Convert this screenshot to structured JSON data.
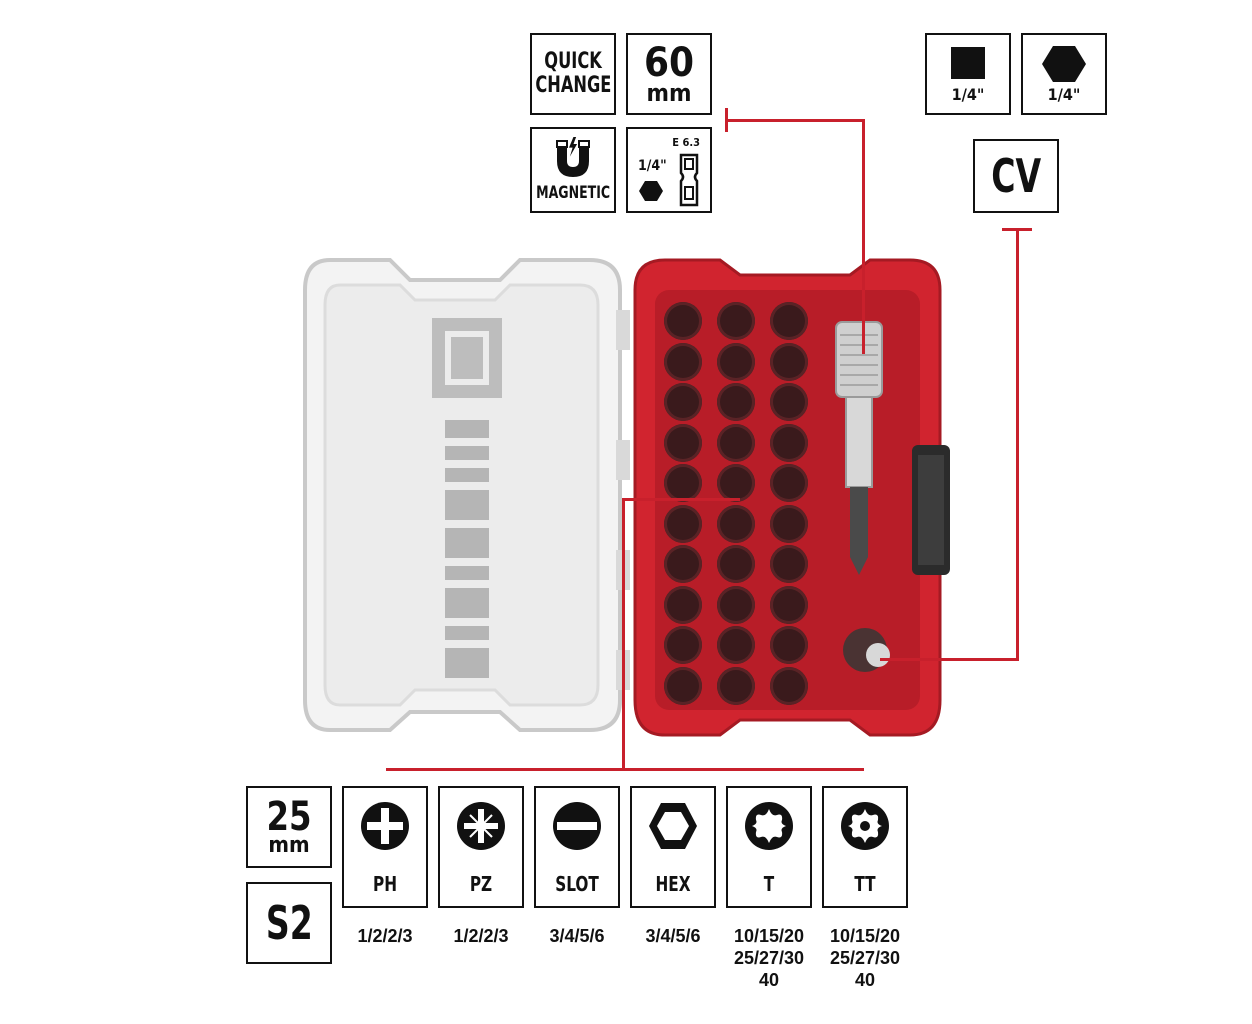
{
  "features": {
    "quick_change": [
      "QUICK",
      "CHANGE"
    ],
    "length_60": [
      "60",
      "mm"
    ],
    "magnetic": "MAGNETIC",
    "shank_size": "E 6.3",
    "shank_fraction": "1/4\"",
    "square_drive": "1/4\"",
    "hex_drive": "1/4\"",
    "material_cv": "CV",
    "bit_length": [
      "25",
      "mm"
    ],
    "material_s2": "S2"
  },
  "bit_types": [
    {
      "label": "PH",
      "sizes": [
        "1/2/2/3"
      ],
      "icon": "phillips-icon"
    },
    {
      "label": "PZ",
      "sizes": [
        "1/2/2/3"
      ],
      "icon": "pozidriv-icon"
    },
    {
      "label": "SLOT",
      "sizes": [
        "3/4/5/6"
      ],
      "icon": "slotted-icon"
    },
    {
      "label": "HEX",
      "sizes": [
        "3/4/5/6"
      ],
      "icon": "hex-icon"
    },
    {
      "label": "T",
      "sizes": [
        "10/15/20",
        "25/27/30",
        "40"
      ],
      "icon": "torx-icon"
    },
    {
      "label": "TT",
      "sizes": [
        "10/15/20",
        "25/27/30",
        "40"
      ],
      "icon": "tamper-torx-icon"
    }
  ],
  "colors": {
    "accent": "#c8202c",
    "case_red": "#d1242f",
    "border": "#111111"
  }
}
